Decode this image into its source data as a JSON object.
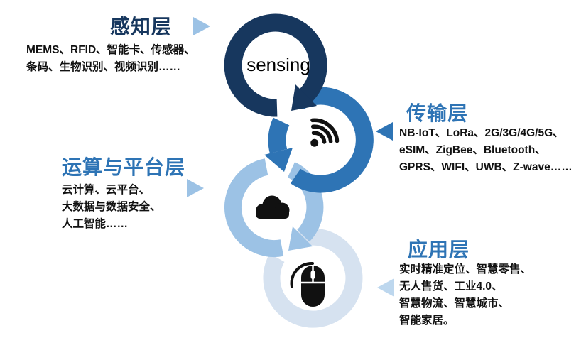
{
  "layers": [
    {
      "title": "感知层",
      "ring_label": "sensing",
      "icon": "sensing-wordmark",
      "ring_color": "#17375e",
      "items_lines": [
        "MEMS、RFID、智能卡、传感器、",
        "条码、生物识别、视频识别……"
      ]
    },
    {
      "title": "传输层",
      "icon": "wifi-icon",
      "ring_color": "#2e74b5",
      "items_lines": [
        "NB-IoT、LoRa、2G/3G/4G/5G、",
        "eSIM、ZigBee、Bluetooth、",
        "GPRS、WIFI、UWB、Z-wave……"
      ]
    },
    {
      "title": "运算与平台层",
      "icon": "cloud-icon",
      "ring_color": "#9cc2e5",
      "items_lines": [
        "云计算、云平台、",
        "大数据与数据安全、",
        "人工智能……"
      ]
    },
    {
      "title": "应用层",
      "icon": "mouse-icon",
      "ring_color": "#d6e2f0",
      "items_lines": [
        "实时精准定位、智慧零售、",
        "无人售货、工业4.0、",
        "智慧物流、智慧城市、",
        "智能家居。"
      ]
    }
  ],
  "colors": {
    "ring_sensing": "#17375e",
    "ring_transmission": "#2e74b5",
    "ring_platform": "#9cc2e5",
    "ring_application": "#d6e2f0",
    "title_dark": "#17375e",
    "title_blue": "#2e74b5",
    "pointer_light": "#9cc2e5",
    "pointer_pale": "#bdd7ee",
    "icon_black": "#111111"
  }
}
